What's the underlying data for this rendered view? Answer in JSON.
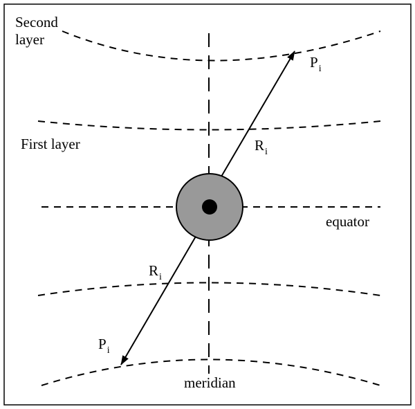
{
  "labels": {
    "second_layer_line1": "Second",
    "second_layer_line2": "layer",
    "first_layer": "First layer",
    "equator": "equator",
    "meridian": "meridian",
    "p_upper": "P",
    "p_upper_sub": "i",
    "r_upper": "R",
    "r_upper_sub": "i",
    "r_lower": "R",
    "r_lower_sub": "i",
    "p_lower": "P",
    "p_lower_sub": "i"
  },
  "colors": {
    "line": "#000000",
    "nucleus_fill": "#999999",
    "core_fill": "#000000",
    "background": "#ffffff"
  }
}
